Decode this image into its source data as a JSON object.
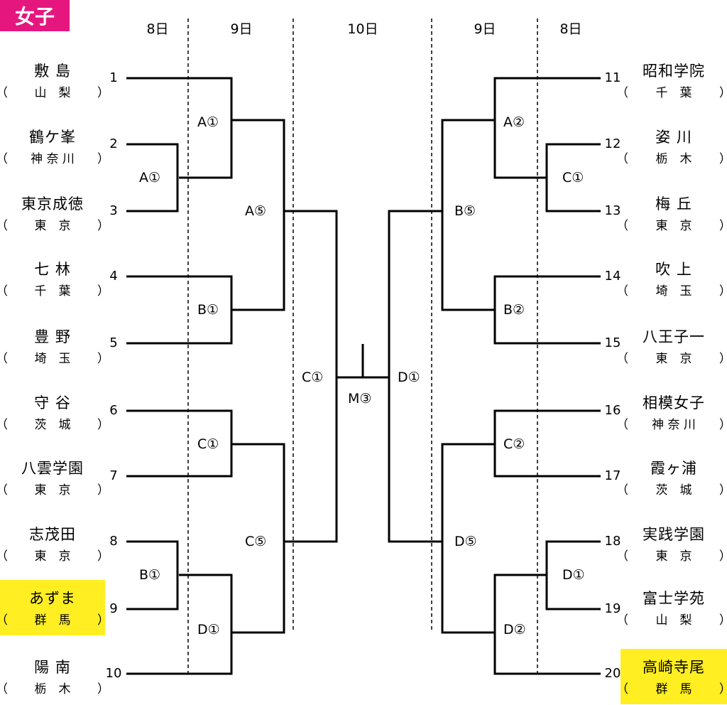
{
  "title": "女子",
  "colors": {
    "title_bg": "#e5177f",
    "highlight": "#ffee22",
    "line": "#000000"
  },
  "days": [
    "8日",
    "9日",
    "10日",
    "9日",
    "8日"
  ],
  "teams": [
    {
      "seed": "1",
      "name": "敷 島",
      "pref": "山　梨",
      "side": "left",
      "highlight": false
    },
    {
      "seed": "2",
      "name": "鶴ケ峯",
      "pref": "神 奈 川",
      "side": "left",
      "highlight": false
    },
    {
      "seed": "3",
      "name": "東京成徳",
      "pref": "東　京",
      "side": "left",
      "highlight": false
    },
    {
      "seed": "4",
      "name": "七 林",
      "pref": "千　葉",
      "side": "left",
      "highlight": false
    },
    {
      "seed": "5",
      "name": "豊 野",
      "pref": "埼　玉",
      "side": "left",
      "highlight": false
    },
    {
      "seed": "6",
      "name": "守 谷",
      "pref": "茨　城",
      "side": "left",
      "highlight": false
    },
    {
      "seed": "7",
      "name": "八雲学園",
      "pref": "東　京",
      "side": "left",
      "highlight": false
    },
    {
      "seed": "8",
      "name": "志茂田",
      "pref": "東　京",
      "side": "left",
      "highlight": false
    },
    {
      "seed": "9",
      "name": "あずま",
      "pref": "群　馬",
      "side": "left",
      "highlight": true
    },
    {
      "seed": "10",
      "name": "陽 南",
      "pref": "栃　木",
      "side": "left",
      "highlight": false
    },
    {
      "seed": "11",
      "name": "昭和学院",
      "pref": "千　葉",
      "side": "right",
      "highlight": false
    },
    {
      "seed": "12",
      "name": "姿 川",
      "pref": "栃　木",
      "side": "right",
      "highlight": false
    },
    {
      "seed": "13",
      "name": "梅 丘",
      "pref": "東　京",
      "side": "right",
      "highlight": false
    },
    {
      "seed": "14",
      "name": "吹 上",
      "pref": "埼　玉",
      "side": "right",
      "highlight": false
    },
    {
      "seed": "15",
      "name": "八王子一",
      "pref": "東　京",
      "side": "right",
      "highlight": false
    },
    {
      "seed": "16",
      "name": "相模女子",
      "pref": "神 奈 川",
      "side": "right",
      "highlight": false
    },
    {
      "seed": "17",
      "name": "霞ヶ浦",
      "pref": "茨　城",
      "side": "right",
      "highlight": false
    },
    {
      "seed": "18",
      "name": "実践学園",
      "pref": "東　京",
      "side": "right",
      "highlight": false
    },
    {
      "seed": "19",
      "name": "富士学苑",
      "pref": "山　梨",
      "side": "right",
      "highlight": false
    },
    {
      "seed": "20",
      "name": "高崎寺尾",
      "pref": "群　馬",
      "side": "right",
      "highlight": true
    }
  ],
  "matches": [
    "A①",
    "A①",
    "B①",
    "C①",
    "B①",
    "D①",
    "A⑤",
    "C⑤",
    "C①",
    "M③",
    "D①",
    "A②",
    "C①",
    "B②",
    "C②",
    "D①",
    "D②",
    "B⑤",
    "D⑤"
  ],
  "paren_open": "（",
  "paren_close": "）"
}
